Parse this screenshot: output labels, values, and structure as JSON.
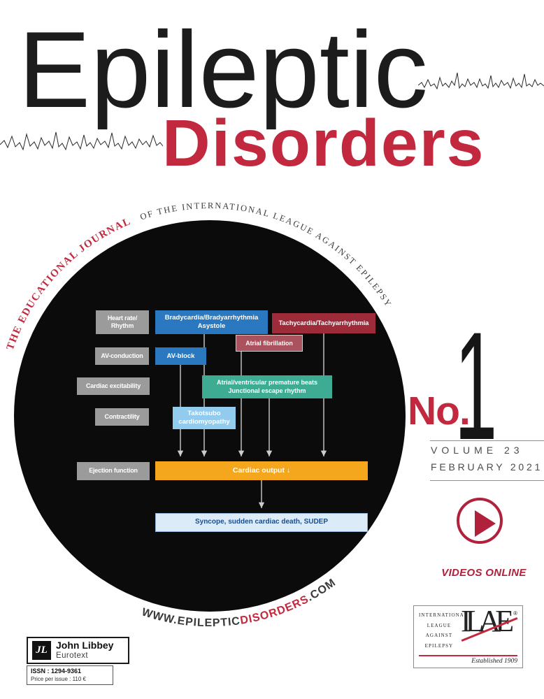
{
  "masthead": {
    "title_word1": "Epileptic",
    "title_word2": "Disorders"
  },
  "tagline": {
    "red": "THE EDUCATIONAL JOURNAL",
    "gray": "OF THE INTERNATIONAL LEAGUE AGAINST EPILEPSY"
  },
  "website": {
    "prefix": "WWW.",
    "epileptic": "EPILEPTIC",
    "disorders": "DISORDERS",
    "suffix": ".COM"
  },
  "issue": {
    "no_label": "No.",
    "number": "1",
    "volume": "VOLUME 23",
    "date": "FEBRUARY 2021"
  },
  "videos": {
    "label": "VIDEOS ONLINE"
  },
  "flowchart": {
    "boxes": [
      {
        "id": "heart-rate",
        "label": "Heart rate/\nRhythm",
        "color": "#9b9b9b"
      },
      {
        "id": "bradycardia",
        "label": "Bradycardia/Bradyarrhythmia\nAsystole",
        "color": "#2a79c0"
      },
      {
        "id": "tachycardia",
        "label": "Tachycardia/Tachyarrhythmia",
        "color": "#9e2b39"
      },
      {
        "id": "atrial-fibrillation",
        "label": "Atrial fibrillation",
        "color": "#aa525e"
      },
      {
        "id": "av-conduction",
        "label": "AV-conduction",
        "color": "#9b9b9b"
      },
      {
        "id": "av-block",
        "label": "AV-block",
        "color": "#2a79c0"
      },
      {
        "id": "cardiac-excitability",
        "label": "Cardiac excitability",
        "color": "#9b9b9b"
      },
      {
        "id": "premature-beats",
        "label": "Atrial/ventricular premature beats\nJunctional escape rhythm",
        "color": "#3eac92"
      },
      {
        "id": "contractility",
        "label": "Contractility",
        "color": "#9b9b9b"
      },
      {
        "id": "takotsubo",
        "label": "Takotsubo\ncardiomyopathy",
        "color": "#92cbee"
      },
      {
        "id": "ejection-function",
        "label": "Ejection function",
        "color": "#9b9b9b"
      },
      {
        "id": "cardiac-output",
        "label": "Cardiac output ↓",
        "color": "#f4a61d"
      },
      {
        "id": "syncope",
        "label": "Syncope, sudden cardiac death, SUDEP",
        "color": "#dcebf8"
      }
    ]
  },
  "publisher": {
    "monogram": "JL",
    "name": "John Libbey",
    "sub": "Eurotext",
    "issn": "ISSN : 1294-9361",
    "price": "Price per issue : 110 €"
  },
  "ilae": {
    "words": [
      "INTERNATIONAL",
      "LEAGUE",
      "AGAINST",
      "EPILEPSY"
    ],
    "monogram": "ILAE",
    "registered": "®",
    "established": "Established 1909"
  },
  "palette": {
    "brand_red": "#c2293e",
    "black_circle": "#0b0b0b",
    "gray_box": "#9b9b9b",
    "blue_box": "#2a79c0",
    "dark_red_box": "#9e2b39",
    "red_box": "#aa525e",
    "teal_box": "#3eac92",
    "light_blue_box": "#92cbee",
    "orange_box": "#f4a61d",
    "pale_blue_box": "#dcebf8"
  }
}
